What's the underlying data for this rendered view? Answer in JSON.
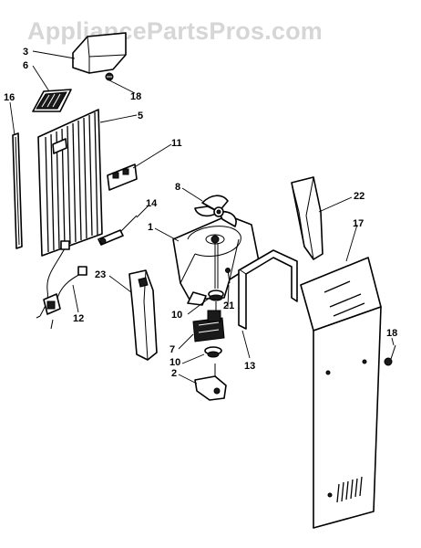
{
  "watermark": "AppliancePartsPros.com",
  "callouts": {
    "p3": "3",
    "p6": "6",
    "p18a": "18",
    "p5": "5",
    "p16": "16",
    "p11": "11",
    "p8": "8",
    "p14": "14",
    "p1": "1",
    "p22": "22",
    "p17": "17",
    "p23": "23",
    "p12": "12",
    "p10a": "10",
    "p21": "21",
    "p13": "13",
    "p7": "7",
    "p10b": "10",
    "p2": "2",
    "p18b": "18"
  }
}
